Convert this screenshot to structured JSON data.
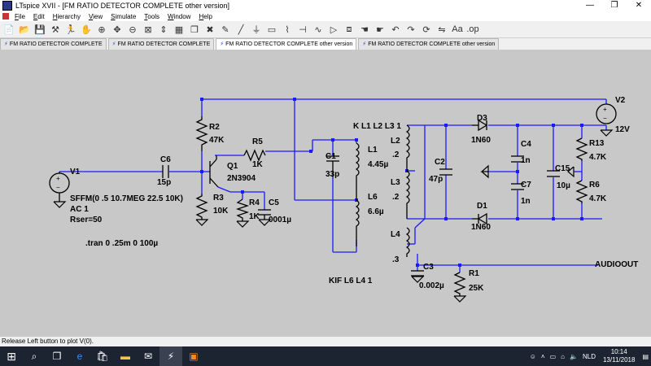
{
  "window": {
    "title": "LTspice XVII - [FM RATIO DETECTOR COMPLETE other version]",
    "min": "—",
    "restore": "❐",
    "close": "✕"
  },
  "menu": [
    "File",
    "Edit",
    "Hierarchy",
    "View",
    "Simulate",
    "Tools",
    "Window",
    "Help"
  ],
  "toolbar": {
    "mode_label": "Aa",
    "op_label": ".op"
  },
  "tabs": [
    "FM RATIO DETECTOR COMPLETE",
    "FM RATIO DETECTOR COMPLETE",
    "FM RATIO DETECTOR COMPLETE other version",
    "FM RATIO DETECTOR COMPLETE other version"
  ],
  "schematic": {
    "V1": "V1",
    "V1_value": "SFFM(0 .5 10.7MEG 22.5 10K)",
    "V1_ac": "AC 1",
    "V1_rser": "Rser=50",
    "C6": "C6",
    "C6_val": "15p",
    "R2": "R2",
    "R2_val": "47K",
    "R3": "R3",
    "R3_val": "10K",
    "Q1": "Q1",
    "Q1_val": "2N3904",
    "R5": "R5",
    "R5_val": "1K",
    "R4": "R4",
    "R4_val": "1K",
    "C5": "C5",
    "C5_val": "0001µ",
    "directive_k1": "K  L1 L2  L3  1",
    "C1": "C1",
    "C1_val": "33p",
    "L1": "L1",
    "L1_val": "4.45µ",
    "L6": "L6",
    "L6_val": "6.6µ",
    "L2": "L2",
    "L2_val": ".2",
    "L3": "L3",
    "L3_val": ".2",
    "C2": "C2",
    "C2_val": "47p",
    "L4": "L4",
    "L4_val": ".3",
    "D3": "D3",
    "D3_val": "1N60",
    "D1": "D1",
    "D1_val": "1N60",
    "C4": "C4",
    "C4_val": "1n",
    "C7": "C7",
    "C7_val": "1n",
    "C15": "C15",
    "C15_val": "10µ",
    "R13": "R13",
    "R13_val": "4.7K",
    "R6": "R6",
    "R6_val": "4.7K",
    "V2": "V2",
    "V2_val": "12V",
    "C3": "C3",
    "C3_val": "0.002µ",
    "R1": "R1",
    "R1_val": "25K",
    "net_audioout": "AUDIOOUT",
    "tran": ".tran 0 .25m 0 100µ",
    "directive_k2": "KIF L6 L4 1",
    "wire_color": "#1a1aff",
    "part_color": "#8a1f1f"
  },
  "status": "Release Left button to plot V(0).",
  "taskbar": {
    "lang": "NLD",
    "time": "10:14",
    "date": "13/11/2018"
  }
}
